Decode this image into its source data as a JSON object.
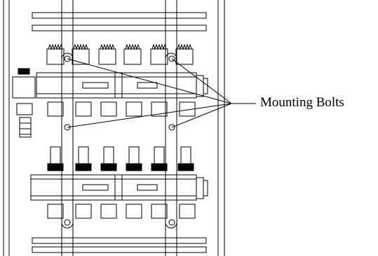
{
  "callout": {
    "label": "Mounting Bolts",
    "target_count": 4
  },
  "manifold": {
    "upper_outlets": 6,
    "lower_outlets": 6,
    "rails": 2
  },
  "colors": {
    "line": "#000000",
    "background": "#ffffff"
  }
}
